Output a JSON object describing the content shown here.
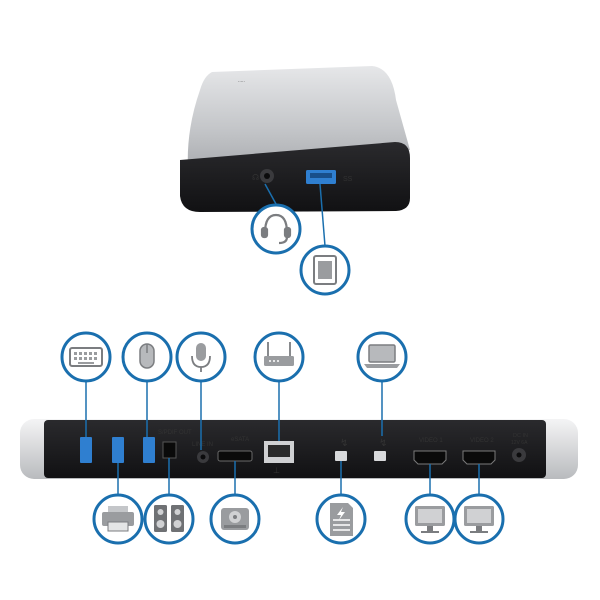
{
  "top_dock": {
    "ports": [
      {
        "name": "headset-jack",
        "icon": "headset-icon"
      },
      {
        "name": "usb-3-port",
        "icon": "tablet-icon",
        "marking": "SS"
      }
    ]
  },
  "bottom_dock": {
    "port_labels": {
      "spdif": "S/PDIF OUT",
      "line_in": "LINE IN",
      "esata": "eSATA",
      "video1": "VIDEO 1",
      "video2": "VIDEO 2",
      "dc_in": "DC IN",
      "dc_rating": "12V 6A"
    },
    "top_icons": [
      "keyboard-icon",
      "mouse-icon",
      "microphone-icon",
      "router-icon",
      "laptop-icon"
    ],
    "bottom_icons": [
      "printer-icon",
      "speakers-icon",
      "external-drive-icon",
      "thunderbolt-storage-icon",
      "monitor-icon",
      "monitor-icon"
    ]
  },
  "colors": {
    "callout_ring": "#1a6fae",
    "dock_silver": "#c9cacd",
    "dock_face": "#1f1f21",
    "usb_blue": "#2f7fd0",
    "thunderbolt": "#3a8fd8"
  }
}
